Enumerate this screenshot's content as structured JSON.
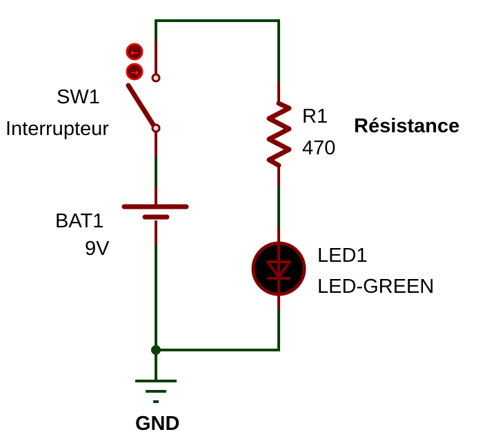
{
  "diagram": {
    "type": "circuit-schematic",
    "colors": {
      "wire": "#0a400a",
      "component": "#800000",
      "actuator_fill": "#6b0000",
      "actuator_outline": "#e00000",
      "terminal_fill": "#e8e0d0",
      "led_body": "#000000",
      "text": "#000000"
    },
    "components": {
      "switch": {
        "ref": "SW1",
        "value": "Interrupteur",
        "state": "open",
        "actuator_up_glyph": "←",
        "actuator_down_glyph": "→"
      },
      "battery": {
        "ref": "BAT1",
        "value": "9V"
      },
      "resistor": {
        "ref": "R1",
        "value": "470",
        "annotation": "Résistance"
      },
      "led": {
        "ref": "LED1",
        "value": "LED-GREEN"
      },
      "ground": {
        "label": "GND"
      }
    },
    "connections": [
      [
        "SW1",
        "R1"
      ],
      [
        "R1",
        "LED1"
      ],
      [
        "LED1",
        "GND"
      ],
      [
        "GND",
        "BAT1"
      ],
      [
        "BAT1",
        "SW1"
      ]
    ]
  }
}
